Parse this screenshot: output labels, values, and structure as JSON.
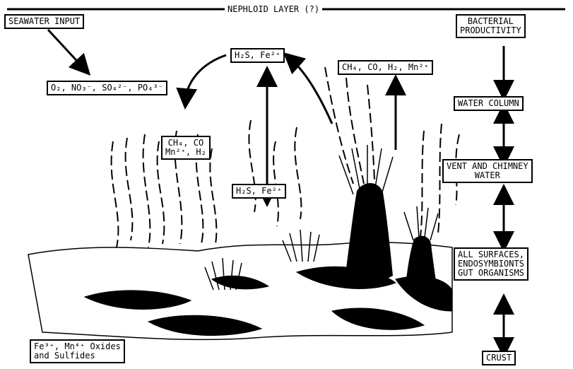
{
  "title": "NEPHLOID LAYER  (?)",
  "input_box": "SEAWATER INPUT",
  "nutrients": "O₂, NO₃⁻, SO₄²⁻, PO₄³⁻",
  "reduced_top_center": "H₂S, Fe²⁺",
  "reduced_right": "CH₄, CO, H₂, Mn²⁺",
  "reduced_left": "CH₄, CO\nMn²⁺, H₂",
  "reduced_mid": "H₂S, Fe²⁺",
  "oxides_note": "Fe³⁺, Mn⁴⁺ Oxides\nand Sulfides",
  "right_column": {
    "bacterial": "BACTERIAL\nPRODUCTIVITY",
    "water_column": "WATER COLUMN",
    "vent_water": "VENT AND CHIMNEY\nWATER",
    "surfaces": "ALL SURFACES,\nENDOSYMBIONTS\nGUT ORGANISMS",
    "crust": "CRUST"
  }
}
